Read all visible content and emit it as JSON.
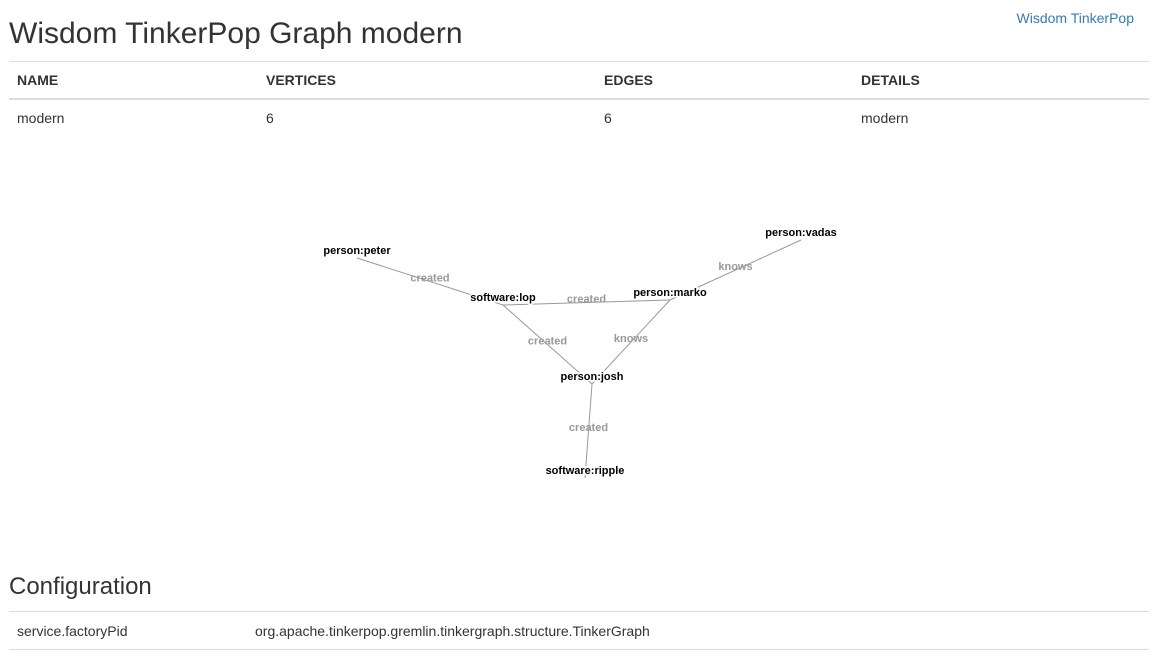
{
  "header": {
    "link": "Wisdom TinkerPop",
    "title": "Wisdom TinkerPop Graph modern"
  },
  "graph_table": {
    "columns": [
      "NAME",
      "VERTICES",
      "EDGES",
      "DETAILS"
    ],
    "row": {
      "name": "modern",
      "vertices": "6",
      "edges": "6",
      "details": "modern"
    }
  },
  "graph": {
    "nodes": [
      {
        "id": "peter",
        "label": "person:peter"
      },
      {
        "id": "lop",
        "label": "software:lop"
      },
      {
        "id": "marko",
        "label": "person:marko"
      },
      {
        "id": "vadas",
        "label": "person:vadas"
      },
      {
        "id": "josh",
        "label": "person:josh"
      },
      {
        "id": "ripple",
        "label": "software:ripple"
      }
    ],
    "edges": [
      {
        "from": "peter",
        "to": "lop",
        "label": "created"
      },
      {
        "from": "marko",
        "to": "lop",
        "label": "created"
      },
      {
        "from": "marko",
        "to": "vadas",
        "label": "knows"
      },
      {
        "from": "josh",
        "to": "lop",
        "label": "created"
      },
      {
        "from": "marko",
        "to": "josh",
        "label": "knows"
      },
      {
        "from": "josh",
        "to": "ripple",
        "label": "created"
      }
    ]
  },
  "configuration": {
    "title": "Configuration",
    "rows": [
      {
        "key": "service.factoryPid",
        "value": "org.apache.tinkerpop.gremlin.tinkergraph.structure.TinkerGraph"
      }
    ]
  },
  "colors": {
    "link": "#337ab7",
    "edge": "#999999",
    "node_label": "#000000",
    "border": "#dddddd"
  }
}
